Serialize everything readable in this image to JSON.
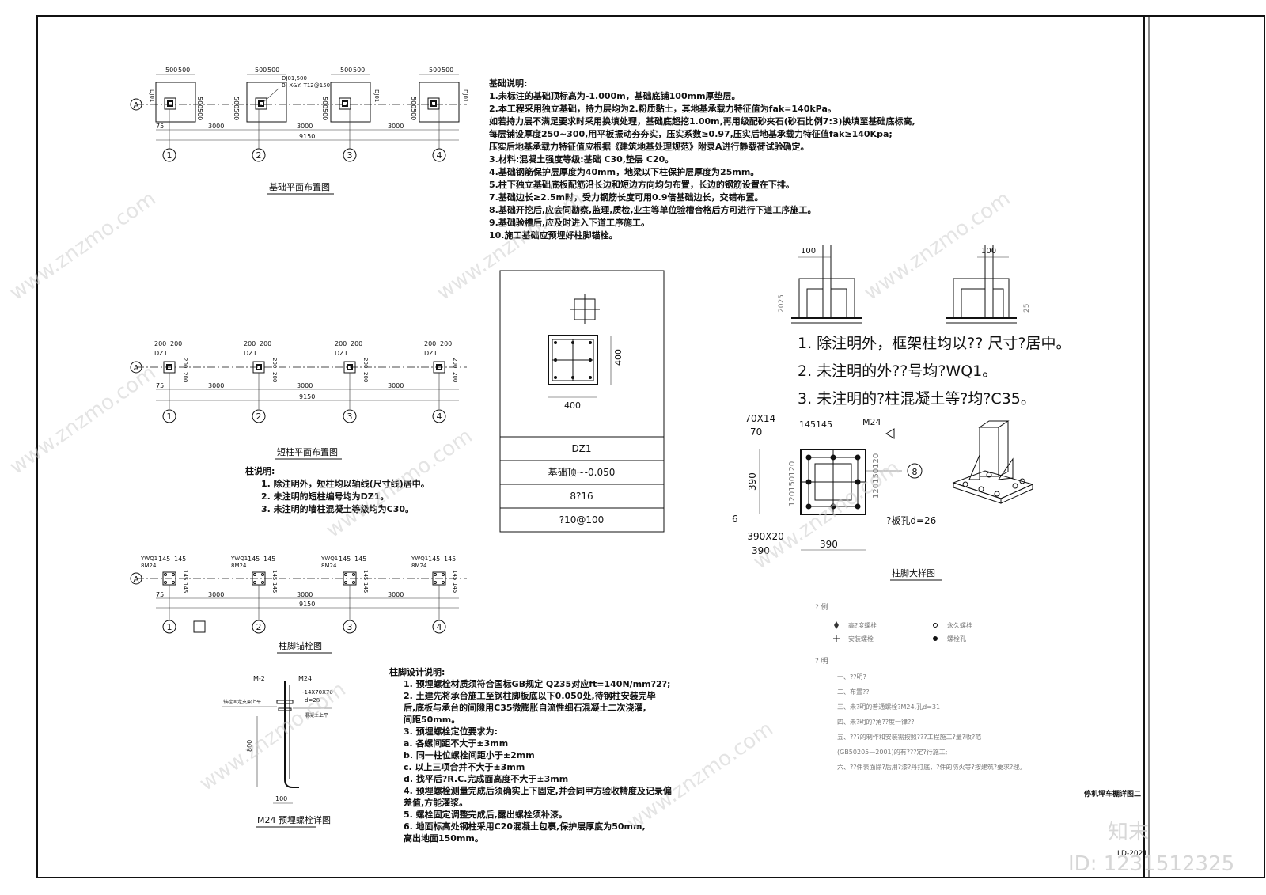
{
  "plans": {
    "foundation": {
      "title": "基础平面布置图",
      "top_dims": [
        "500",
        "500"
      ],
      "callout1": "DJ01,500",
      "callout2": "B: X&Y: T12@150",
      "tag": "DJ01",
      "side_dims": [
        "500",
        "500"
      ],
      "edge": "75",
      "spans": [
        "3000",
        "3000",
        "3000"
      ],
      "total": "9150"
    },
    "short_column": {
      "title": "短柱平面布置图",
      "top_dims": [
        "200",
        "200"
      ],
      "tag": "DZ1",
      "side_dims": [
        "200",
        "200"
      ],
      "edge": "75",
      "spans": [
        "3000",
        "3000",
        "3000"
      ],
      "total": "9150"
    },
    "anchor": {
      "title": "柱脚锚栓图",
      "top_dims": [
        "145",
        "145"
      ],
      "tag1": "YWQ1",
      "tag2": "8M24",
      "side_dims": [
        "145",
        "145"
      ],
      "edge": "75",
      "spans": [
        "3000",
        "3000",
        "3000"
      ],
      "total": "9150"
    },
    "row_axis": "A",
    "axes": [
      "1",
      "2",
      "3",
      "4"
    ]
  },
  "foundation_notes": {
    "heading": "基础说明:",
    "lines": [
      "1.未标注的基础顶标高为-1.000m，基础底铺100mm厚垫层。",
      "2.本工程采用独立基础，持力层均为2.粉质黏土，其地基承载力特征值为fak=140kPa。",
      "  如若持力层不满足要求时采用换填处理，基础底超挖1.00m,再用级配砂夹石(砂石比例7:3)换填至基础底标高,",
      "  每层铺设厚度250~300,用平板振动夯夯实，压实系数≥0.97,压实后地基承载力特征值fak≥140Kpa;",
      "  压实后地基承载力特征值应根据《建筑地基处理规范》附录A进行静载荷试验确定。",
      "3.材料:混凝土强度等级:基础 C30,垫层 C20。",
      "4.基础钢筋保护层厚度为40mm，地梁以下柱保护层厚度为25mm。",
      "5.柱下独立基础底板配筋沿长边和短边方向均匀布置，长边的钢筋设置在下排。",
      "7.基础边长≥2.5m时，受力钢筋长度可用0.9倍基础边长，交错布置。",
      "8.基础开挖后,应会同勘察,监理,质检,业主等单位验槽合格后方可进行下道工序施工。",
      "9.基础验槽后,应及时进入下道工序施工。",
      "10.施工基础应预埋好柱脚锚栓。"
    ]
  },
  "column_table": {
    "name": "DZ1",
    "dim_right": "400",
    "dim_bottom": "400",
    "rows": [
      "基础顶~-0.050",
      "8?16",
      "?10@100"
    ]
  },
  "column_notes": {
    "heading": "柱说明:",
    "lines": [
      "1. 除注明外，短柱均以轴线(尺寸线)居中。",
      "2. 未注明的短柱编号均为DZ1。",
      "3. 未注明的墙柱混凝土等级均为C30。"
    ]
  },
  "frame_notes": {
    "lines": [
      "1. 除注明外，框架柱均以??    尺寸?居中。",
      "2. 未注明的外??号均?WQ1。",
      "3. 未注明的?柱混凝土等?均?C35。"
    ]
  },
  "base_detail": {
    "title": "柱脚大样图",
    "labels": {
      "plate_top": "-70X14",
      "v70": "70",
      "spacing": "145145",
      "bolt": "M24",
      "side_390": "390",
      "side_sp": "120150120",
      "ref": "8",
      "plate_bottom": "-390X20",
      "hole": "?板孔d=26",
      "dim_390b": "390",
      "dim_390c": "390",
      "six": "6",
      "elev_top1": "100",
      "elev_top2": "100",
      "elev_side": "2025",
      "elev_side2": "25"
    }
  },
  "legend": {
    "heading": "?  例",
    "items": [
      "高?度螺栓",
      "永久螺栓",
      "安装螺栓",
      "螺栓孔"
    ]
  },
  "spec_notes": {
    "heading": "?  明",
    "lines": [
      "一、??明?",
      "二、布置??",
      "三、未?明的普通螺栓?M24,孔d=31",
      "四、未?明的?角??度一律??",
      "五、???的制作和安装需按照???工程施工?量?收?范",
      "   (GB50205—2001)的有???定?行施工;",
      "六、??件表面除?后用?漆?丹打底，?件的防火等?按建筑?要求?理。"
    ]
  },
  "anchor_detail": {
    "title": "M24 预埋螺栓详图",
    "bolt": "M24",
    "m2": "M-2",
    "plate": "-14X70X70",
    "d28": "d=28",
    "dim_800": "800",
    "dim_100": "100",
    "label_left": "锚栓固定支架上平",
    "label_right": "混凝土上平"
  },
  "base_design_notes": {
    "heading": "柱脚设计说明:",
    "lines": [
      "1. 预埋螺栓材质须符合国标GB规定 Q235对应ft=140N/mm?2?;",
      "2. 土建先将承台施工至钢柱脚板底以下0.050处,待钢柱安装完毕",
      "   后,底板与承台的间隙用C35微膨胀自流性细石混凝土二次浇灌,",
      "   间距50mm。",
      "3. 预埋螺栓定位要求为:",
      "   a. 各螺间距不大于±3mm",
      "   b. 同一柱位螺栓间距小于±2mm",
      "   c. 以上三项合并不大于±3mm",
      "   d. 找平后?R.C.完成面高度不大于±3mm",
      "4. 预埋螺栓测量完成后须确实上下固定,并会同甲方验收精度及记录偏",
      "   差值,方能灌浆。",
      "5. 螺栓固定调整完成后,露出螺栓须补漆。",
      "6. 地面标高处钢柱采用C20混凝土包裹,保护层厚度为50mm,",
      "   高出地面150mm。"
    ]
  },
  "title_block": {
    "drawing_name": "停机坪车棚详图二",
    "drawing_no": "LD-2021"
  },
  "watermark": {
    "site": "www.znzmo.com",
    "brand": "知末",
    "id": "ID: 1231512325"
  }
}
